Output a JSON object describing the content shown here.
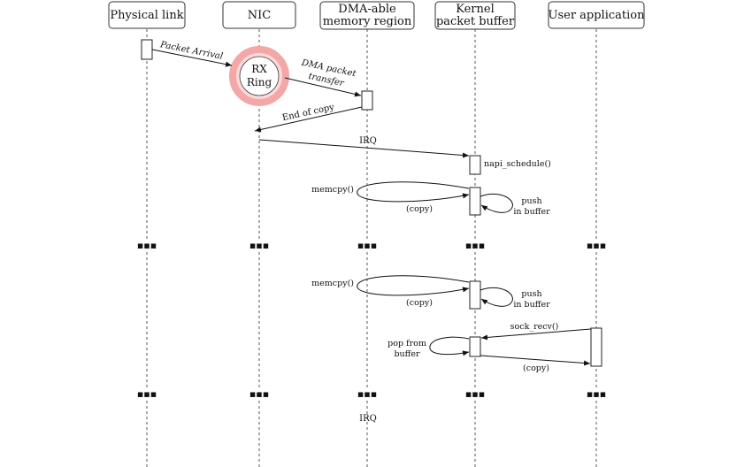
{
  "actors": [
    {
      "id": "phys",
      "lines": [
        "Physical link"
      ]
    },
    {
      "id": "nic",
      "lines": [
        "NIC"
      ]
    },
    {
      "id": "dma",
      "lines": [
        "DMA-able",
        "memory region"
      ]
    },
    {
      "id": "kernel",
      "lines": [
        "Kernel",
        "packet buffer"
      ]
    },
    {
      "id": "user",
      "lines": [
        "User application"
      ]
    }
  ],
  "rx_ring": {
    "lines": [
      "RX",
      "Ring"
    ],
    "ring_color": "#f4a7a7",
    "fill_color": "#fbd9d9"
  },
  "messages": {
    "packet_arrival": "Packet Arrival",
    "dma_transfer": [
      "DMA packet",
      "transfer"
    ],
    "end_of_copy": "End of copy",
    "irq_1": "IRQ",
    "napi_schedule": "napi_schedule()",
    "memcpy_1": "memcpy()",
    "copy_1": "(copy)",
    "push_1": [
      "push",
      "in buffer"
    ],
    "memcpy_2": "memcpy()",
    "copy_2": "(copy)",
    "push_2": [
      "push",
      "in buffer"
    ],
    "sock_recv": "sock_recv()",
    "pop_from_buffer": [
      "pop from",
      "buffer"
    ],
    "copy_3": "(copy)",
    "irq_2": "IRQ"
  },
  "ellipsis": "▪▪▪"
}
